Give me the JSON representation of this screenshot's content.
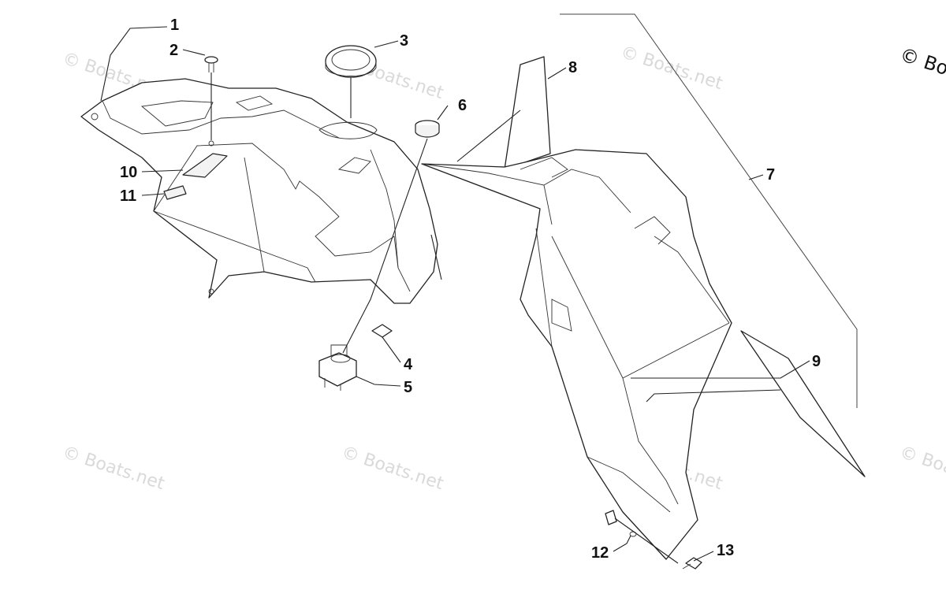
{
  "watermarks": [
    "© Boats.net",
    "© Boats.net",
    "© Boats.net",
    "© Boats.net",
    "© Boats.net",
    "© Boats.net",
    "© Boats.net",
    "© Boats.net"
  ],
  "callouts": [
    "1",
    "2",
    "3",
    "4",
    "5",
    "6",
    "7",
    "8",
    "9",
    "10",
    "11",
    "12",
    "13"
  ],
  "colors": {
    "line": "#222222",
    "background": "#ffffff",
    "watermark": "#d9d9d9"
  }
}
